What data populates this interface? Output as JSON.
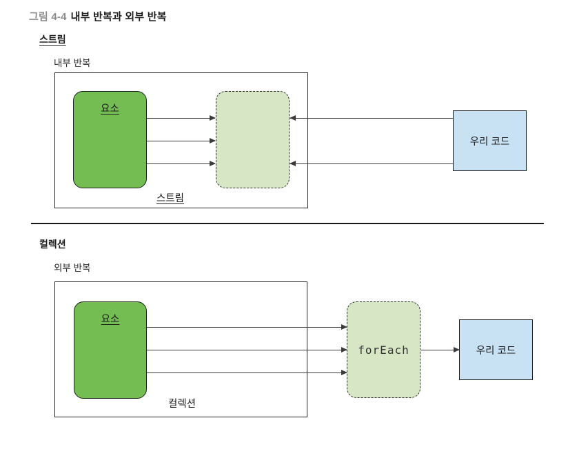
{
  "figure": {
    "label": "그림 4-4",
    "caption": "내부 반복과 외부 반복"
  },
  "stream": {
    "header": "스트림",
    "iteration_label": "내부 반복",
    "element_label": "요소",
    "container_label": "스트림",
    "code_label": "우리 코드"
  },
  "collection": {
    "header": "컬렉션",
    "iteration_label": "외부 반복",
    "element_label": "요소",
    "container_label": "컬렉션",
    "foreach_label": "forEach",
    "code_label": "우리 코드"
  },
  "colors": {
    "element_green": "#73BD52",
    "buffer_green": "#D7E6C5",
    "code_blue": "#C8E2F4",
    "figure_label_gray": "#8A8A8A",
    "line_dark": "#2B2B2B"
  }
}
